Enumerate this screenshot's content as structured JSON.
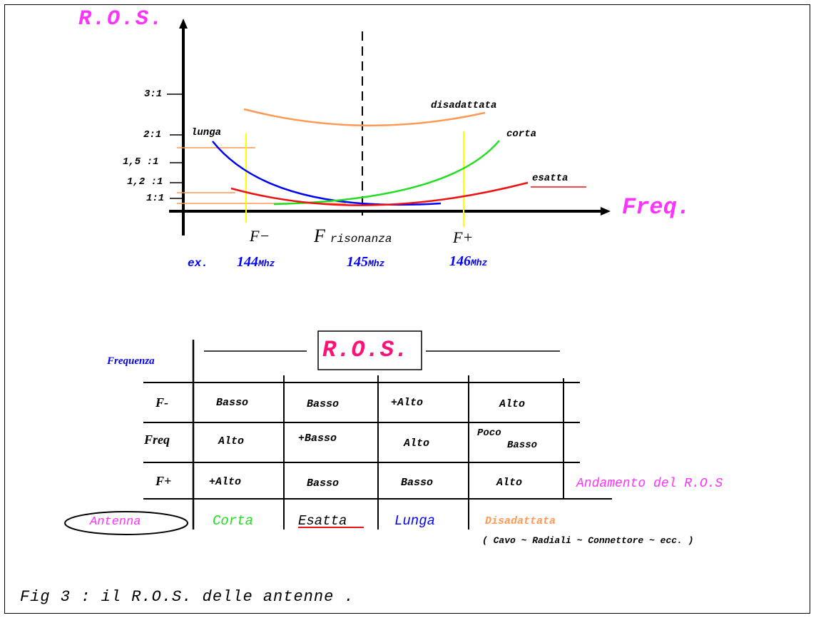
{
  "graph": {
    "y_title": "R.O.S.",
    "x_title": "Freq.",
    "y_ticks": [
      "3:1",
      "2:1",
      "1,5 :1",
      "1,2 :1",
      "1:1"
    ],
    "curves": {
      "disadattata": "disadattata",
      "lunga": "lunga",
      "corta": "corta",
      "esatta": "esatta"
    },
    "freq_labels": {
      "f_minus": "F−",
      "f_res_big": "F",
      "f_res_small": "risonanza",
      "f_plus": "F+"
    },
    "example": {
      "prefix": "ex.",
      "f1": "144",
      "f2": "145",
      "f3": "146",
      "unit": "Mhz"
    },
    "colors": {
      "axis": "#000000",
      "title": "#ff33ff",
      "orange": "#ff9955",
      "blue": "#0000ff",
      "green": "#22dd22",
      "red": "#ee1111",
      "yellow": "#ffff00"
    }
  },
  "table": {
    "header": "R.O.S.",
    "frequency_label": "Frequenza",
    "rows": [
      {
        "label": "F-",
        "cells": [
          "Basso",
          "Basso",
          "+Alto",
          "Alto"
        ]
      },
      {
        "label": "Freq",
        "cells": [
          "Alto",
          "+Basso",
          "Alto",
          "Poco",
          "Basso"
        ]
      },
      {
        "label": "F+",
        "cells": [
          "+Alto",
          "Basso",
          "Basso",
          "Alto"
        ]
      }
    ],
    "antenna_label": "Antenna",
    "antenna_types": [
      "Corta",
      "Esatta",
      "Lunga",
      "Disadattata"
    ],
    "footnote": "( Cavo ~ Radiali ~ Connettore ~ ecc. )",
    "side_note": "Andamento del R.O.S"
  },
  "caption": "Fig 3 : il R.O.S. delle antenne ."
}
